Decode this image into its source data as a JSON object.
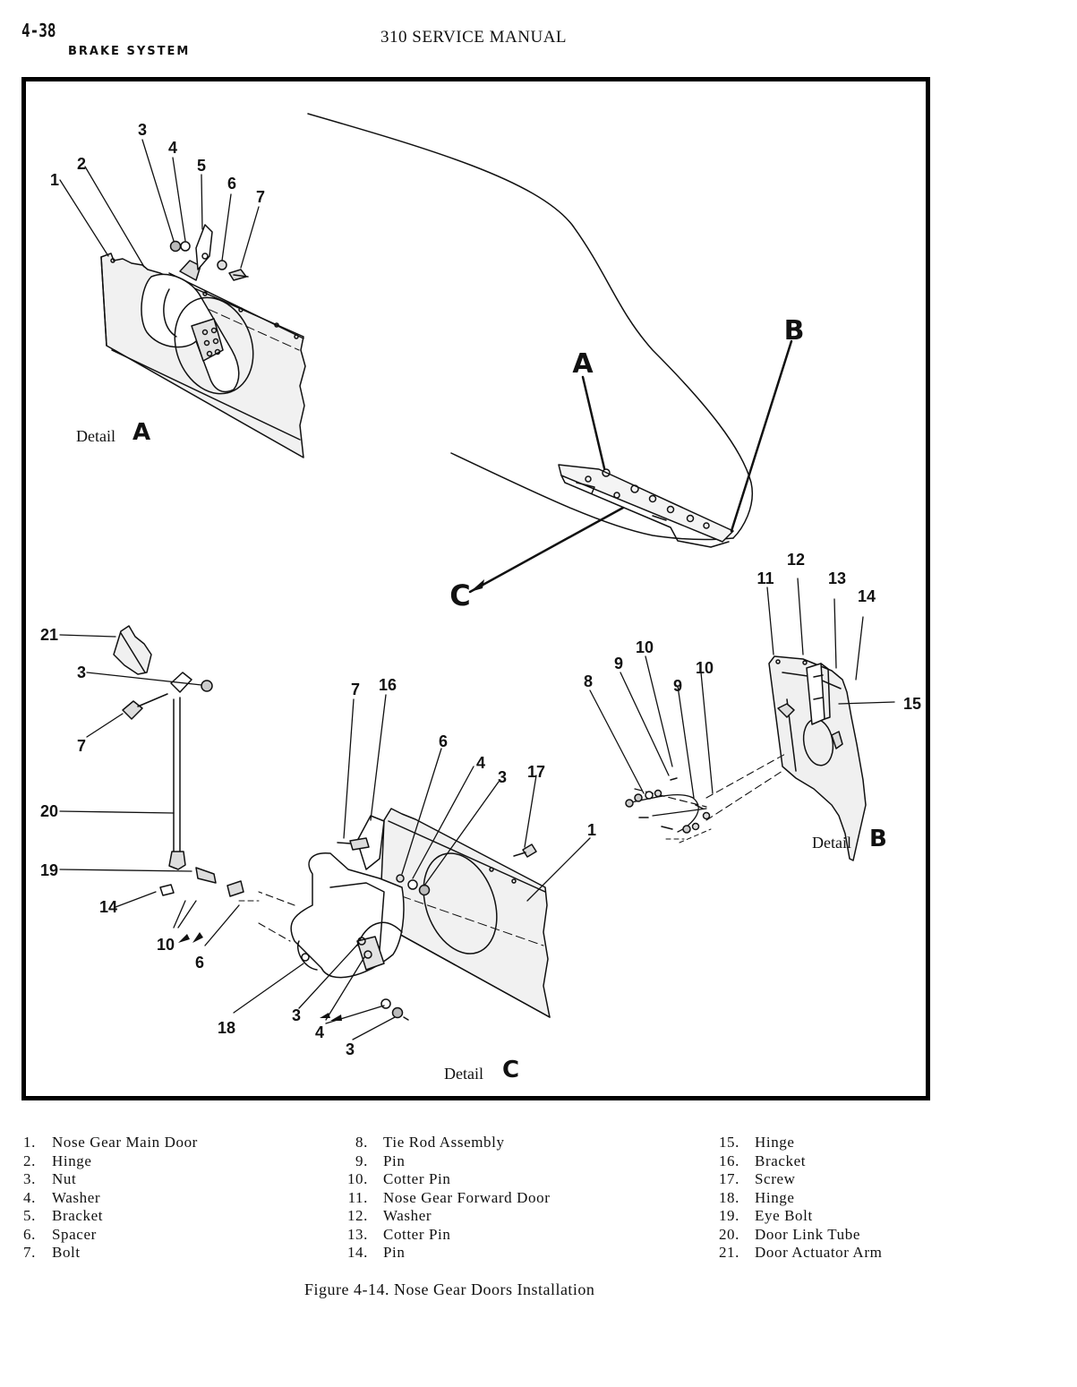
{
  "header": {
    "page_number": "4-38",
    "section": "BRAKE SYSTEM",
    "manual_title": "310 SERVICE MANUAL"
  },
  "figure": {
    "caption": "Figure 4-14.  Nose Gear Doors Installation",
    "detail_labels": {
      "a_word": "Detail",
      "a_letter": "A",
      "b_word": "Detail",
      "b_letter": "B",
      "c_word": "Detail",
      "c_letter": "C"
    },
    "locator_letters": {
      "a": "A",
      "b": "B",
      "c": "C"
    },
    "callouts": {
      "a": [
        "1",
        "2",
        "3",
        "4",
        "5",
        "6",
        "7"
      ],
      "b": [
        "8",
        "9",
        "10",
        "9",
        "10",
        "11",
        "12",
        "13",
        "14",
        "15"
      ],
      "link": [
        "21",
        "3",
        "7",
        "20",
        "19",
        "14",
        "10",
        "6"
      ],
      "c": [
        "7",
        "16",
        "6",
        "4",
        "3",
        "17",
        "1",
        "18",
        "3",
        "4",
        "3"
      ]
    }
  },
  "legend": {
    "column1": [
      {
        "num": "1.",
        "label": "Nose Gear Main Door"
      },
      {
        "num": "2.",
        "label": "Hinge"
      },
      {
        "num": "3.",
        "label": "Nut"
      },
      {
        "num": "4.",
        "label": "Washer"
      },
      {
        "num": "5.",
        "label": "Bracket"
      },
      {
        "num": "6.",
        "label": "Spacer"
      },
      {
        "num": "7.",
        "label": "Bolt"
      }
    ],
    "column2": [
      {
        "num": "8.",
        "label": "Tie Rod Assembly"
      },
      {
        "num": "9.",
        "label": "Pin"
      },
      {
        "num": "10.",
        "label": "Cotter Pin"
      },
      {
        "num": "11.",
        "label": "Nose Gear Forward Door"
      },
      {
        "num": "12.",
        "label": "Washer"
      },
      {
        "num": "13.",
        "label": "Cotter Pin"
      },
      {
        "num": "14.",
        "label": "Pin"
      }
    ],
    "column3": [
      {
        "num": "15.",
        "label": "Hinge"
      },
      {
        "num": "16.",
        "label": "Bracket"
      },
      {
        "num": "17.",
        "label": "Screw"
      },
      {
        "num": "18.",
        "label": "Hinge"
      },
      {
        "num": "19.",
        "label": "Eye Bolt"
      },
      {
        "num": "20.",
        "label": "Door Link Tube"
      },
      {
        "num": "21.",
        "label": "Door Actuator Arm"
      }
    ]
  }
}
